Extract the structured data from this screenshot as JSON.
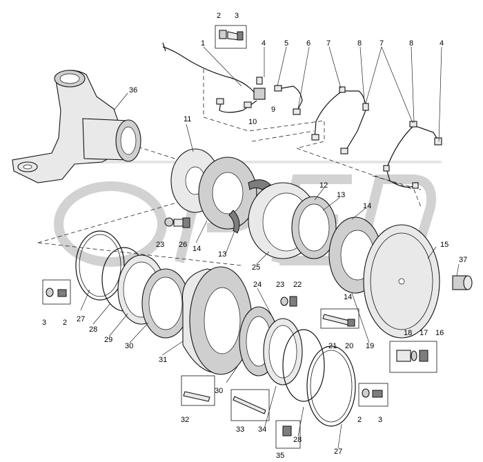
{
  "diagram": {
    "labels": [
      {
        "id": "l1",
        "text": "1"
      },
      {
        "id": "l2a",
        "text": "2"
      },
      {
        "id": "l3a",
        "text": "3"
      },
      {
        "id": "l4a",
        "text": "4"
      },
      {
        "id": "l5",
        "text": "5"
      },
      {
        "id": "l6",
        "text": "6"
      },
      {
        "id": "l7a",
        "text": "7"
      },
      {
        "id": "l8a",
        "text": "8"
      },
      {
        "id": "l7b",
        "text": "7"
      },
      {
        "id": "l8b",
        "text": "8"
      },
      {
        "id": "l4b",
        "text": "4"
      },
      {
        "id": "l9",
        "text": "9"
      },
      {
        "id": "l10",
        "text": "10"
      },
      {
        "id": "l11",
        "text": "11"
      },
      {
        "id": "l36",
        "text": "36"
      },
      {
        "id": "l12",
        "text": "12"
      },
      {
        "id": "l13a",
        "text": "13"
      },
      {
        "id": "l14a",
        "text": "14"
      },
      {
        "id": "l14b",
        "text": "14"
      },
      {
        "id": "l14c",
        "text": "14"
      },
      {
        "id": "l15",
        "text": "15"
      },
      {
        "id": "l37",
        "text": "37"
      },
      {
        "id": "l23a",
        "text": "23"
      },
      {
        "id": "l26",
        "text": "26"
      },
      {
        "id": "l13b",
        "text": "13"
      },
      {
        "id": "l25",
        "text": "25"
      },
      {
        "id": "l3b",
        "text": "3"
      },
      {
        "id": "l2b",
        "text": "2"
      },
      {
        "id": "l27a",
        "text": "27"
      },
      {
        "id": "l28a",
        "text": "28"
      },
      {
        "id": "l29",
        "text": "29"
      },
      {
        "id": "l30a",
        "text": "30"
      },
      {
        "id": "l31",
        "text": "31"
      },
      {
        "id": "l24",
        "text": "24"
      },
      {
        "id": "l23b",
        "text": "23"
      },
      {
        "id": "l22",
        "text": "22"
      },
      {
        "id": "l21",
        "text": "21"
      },
      {
        "id": "l20",
        "text": "20"
      },
      {
        "id": "l19",
        "text": "19"
      },
      {
        "id": "l18",
        "text": "18"
      },
      {
        "id": "l17",
        "text": "17"
      },
      {
        "id": "l16",
        "text": "16"
      },
      {
        "id": "l30b",
        "text": "30"
      },
      {
        "id": "l32",
        "text": "32"
      },
      {
        "id": "l33",
        "text": "33"
      },
      {
        "id": "l34",
        "text": "34"
      },
      {
        "id": "l28b",
        "text": "28"
      },
      {
        "id": "l27b",
        "text": "27"
      },
      {
        "id": "l2c",
        "text": "2"
      },
      {
        "id": "l3c",
        "text": "3"
      },
      {
        "id": "l35",
        "text": "35"
      }
    ]
  }
}
